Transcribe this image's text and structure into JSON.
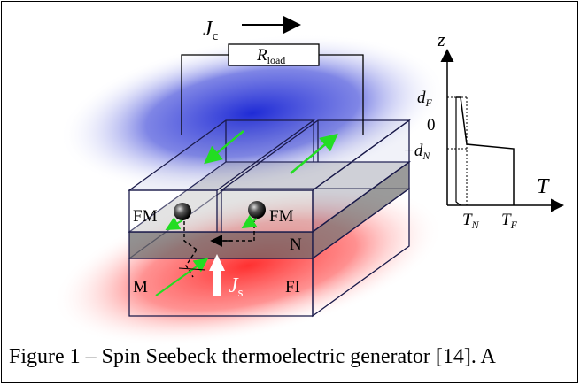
{
  "figure": {
    "current_label": "J",
    "current_sub": "c",
    "load_label": "R",
    "load_sub": "load",
    "layer_fm_left": "FM",
    "layer_fm_right": "FM",
    "layer_n": "N",
    "layer_m": "M",
    "layer_fi": "FI",
    "spin_current_label": "J",
    "spin_current_sub": "s",
    "colors": {
      "hot": "#ff2b2b",
      "cold": "#1f2bd6",
      "spin_arrow": "#22dd22",
      "layer_line": "#1a1a4a"
    }
  },
  "profile": {
    "z_axis": "z",
    "t_axis": "T",
    "tick_dF": "d",
    "tick_dF_sub": "F",
    "tick_zero": "0",
    "tick_dN": "−d",
    "tick_dN_sub": "N",
    "tick_TN": "T",
    "tick_TN_sub": "N",
    "tick_TF": "T",
    "tick_TF_sub": "F"
  },
  "caption": "Figure 1 – Spin Seebeck thermoelectric generator [14]. A"
}
